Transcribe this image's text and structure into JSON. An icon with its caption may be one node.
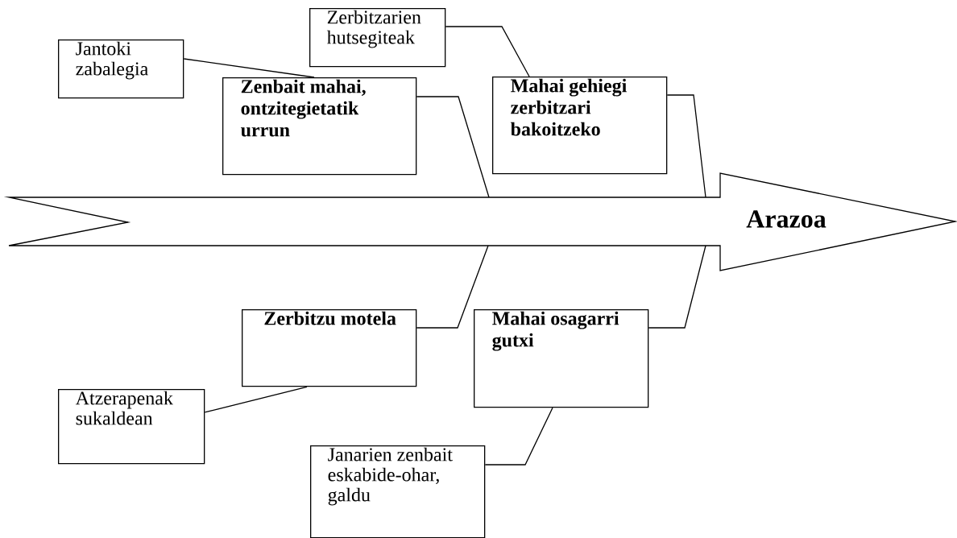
{
  "diagram": {
    "nodes": [
      {
        "text": [
          "Arazoa"
        ]
      },
      {
        "text": [
          "Jantoki zabalegia"
        ]
      },
      {
        "text": [
          "Zerbitzarien hutsegiteak"
        ]
      },
      {
        "text": [
          "Zenbait mahai, ontzitegietatik urrun"
        ]
      },
      {
        "text": [
          "Mahai gehiegi zerbitzari bakoitzeko"
        ]
      },
      {
        "text": [
          "Zerbitzu motela"
        ]
      },
      {
        "text": [
          "Mahai osagarri gutxi"
        ]
      },
      {
        "text": [
          "Atzerapenak sukaldean"
        ]
      },
      {
        "text": [
          "Janarien zenbait eskabide-ohar, galdu"
        ]
      }
    ],
    "edges": [
      {
        "from": 1,
        "to": 3,
        "arrow": "none"
      },
      {
        "from": 2,
        "to": 4,
        "arrow": "none"
      },
      {
        "from": 3,
        "to": 0,
        "arrow": "none"
      },
      {
        "from": 4,
        "to": 0,
        "arrow": "none"
      },
      {
        "from": 5,
        "to": 0,
        "arrow": "none"
      },
      {
        "from": 6,
        "to": 0,
        "arrow": "none"
      },
      {
        "from": 7,
        "to": 5,
        "arrow": "none"
      },
      {
        "from": 8,
        "to": 6,
        "arrow": "none"
      }
    ]
  }
}
